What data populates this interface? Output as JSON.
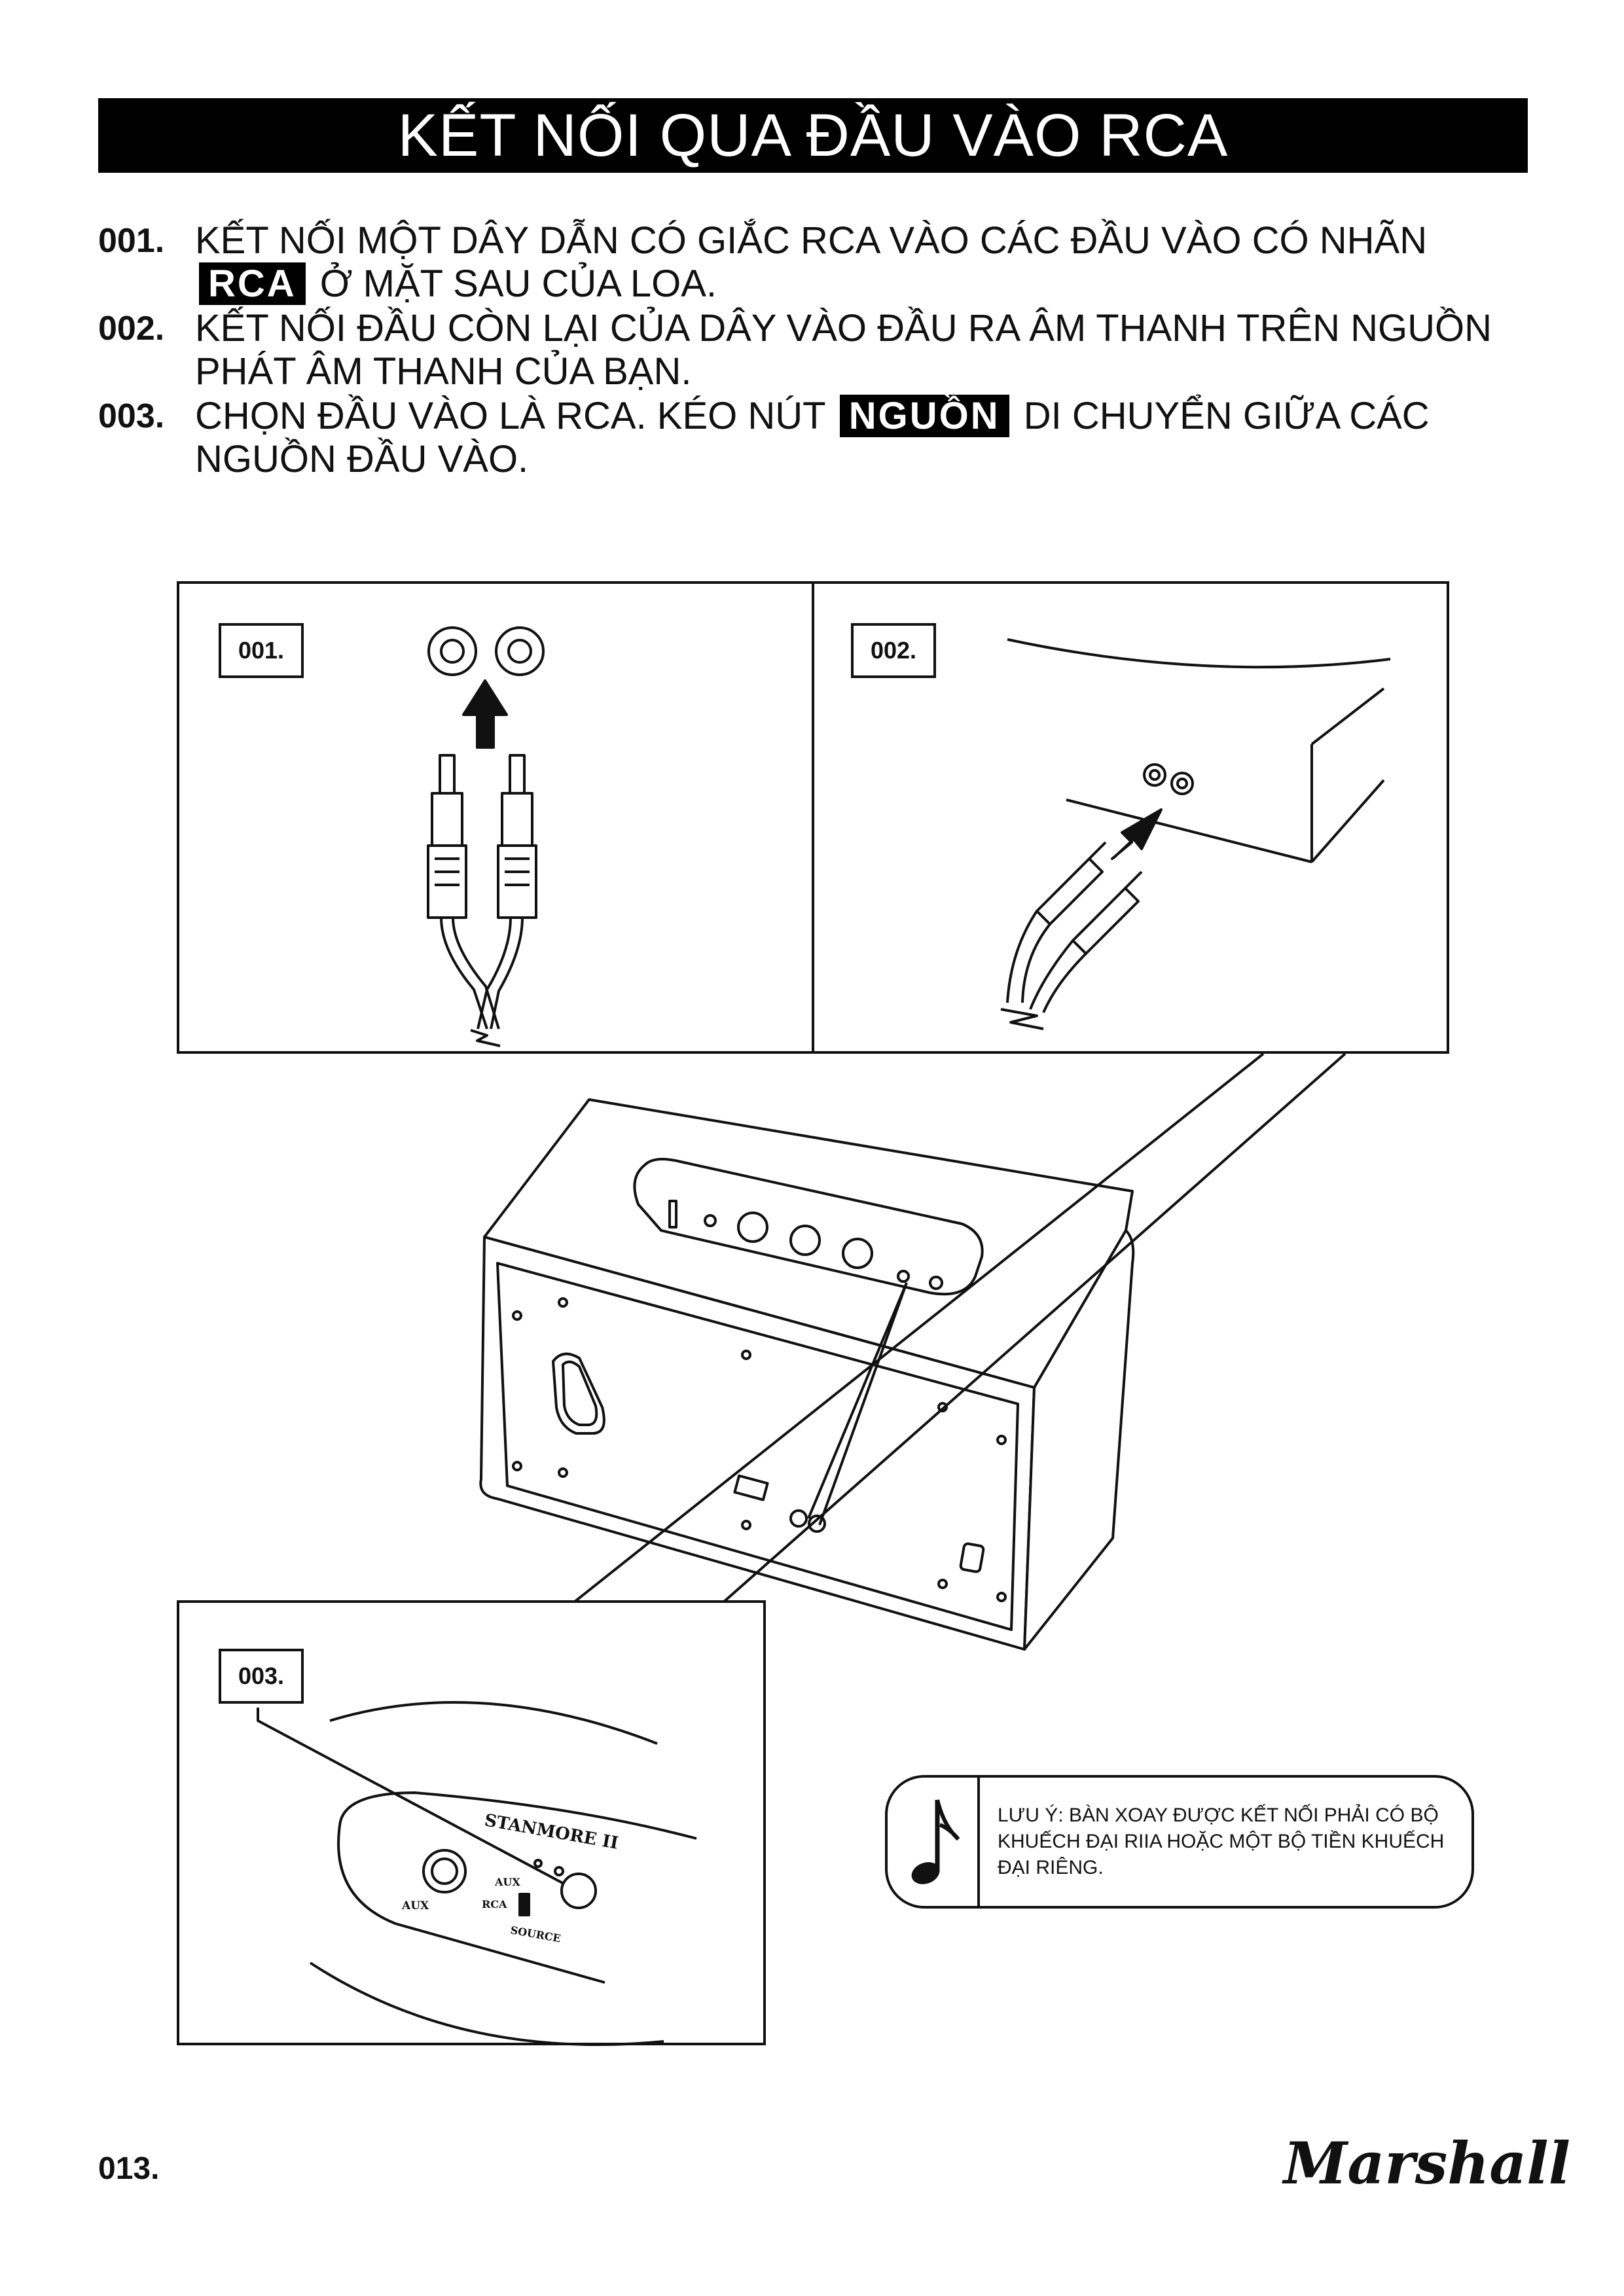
{
  "title": "KẾT NỐI QUA ĐẦU VÀO RCA",
  "steps": [
    {
      "num": "001.",
      "pre": "KẾT NỐI MỘT DÂY DẪN CÓ GIẮC RCA VÀO CÁC ĐẦU VÀO CÓ NHÃN",
      "tag": "RCA",
      "post": "Ở MẶT SAU CỦA LOA."
    },
    {
      "num": "002.",
      "pre": "KẾT NỐI ĐẦU CÒN LẠI CỦA DÂY VÀO ĐẦU RA ÂM THANH TRÊN NGUỒN PHÁT ÂM THANH CỦA BẠN.",
      "tag": "",
      "post": ""
    },
    {
      "num": "003.",
      "pre": "CHỌN ĐẦU VÀO LÀ RCA. KÉO NÚT",
      "tag": "NGUỒN",
      "post": "DI CHUYỂN GIỮA CÁC NGUỒN ĐẦU VÀO."
    }
  ],
  "figures": {
    "panel1_label": "001.",
    "panel2_label": "002.",
    "panel3_label": "003.",
    "panel3_model": "STANMORE II",
    "panel3_aux_jack": "AUX",
    "panel3_switch_aux": "AUX",
    "panel3_switch_rca": "RCA",
    "panel3_source": "SOURCE"
  },
  "note": {
    "icon": "music-note-icon",
    "text": "LƯU Ý: BÀN XOAY ĐƯỢC KẾT NỐI PHẢI CÓ BỘ KHUẾCH ĐẠI RIIA HOẶC MỘT BỘ TIỀN KHUẾCH ĐẠI RIÊNG."
  },
  "footer": {
    "page_number": "013.",
    "brand": "Marshall"
  }
}
